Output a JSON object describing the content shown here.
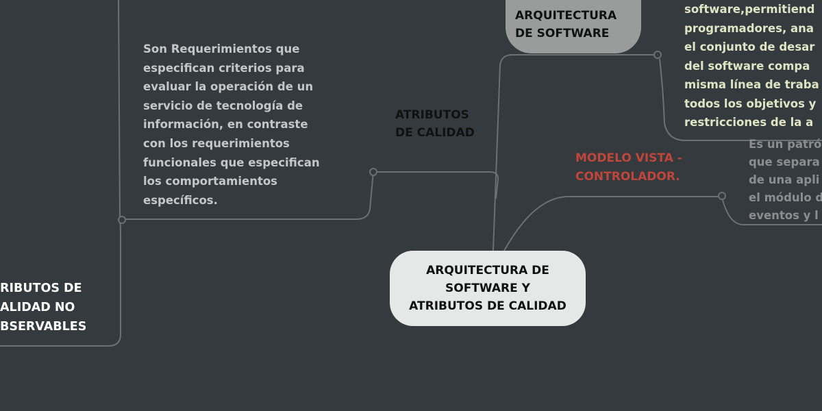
{
  "central": {
    "label": "ARQUITECTURA DE\nSOFTWARE Y\nATRIBUTOS DE CALIDAD"
  },
  "arquitectura": {
    "label": "ARQUITECTURA\nDE SOFTWARE",
    "description": "software,permitiend\nprogramadores, ana\nel conjunto de desar\ndel software compa\nmisma línea de traba\ntodos los objetivos y\nrestricciones de la a"
  },
  "atributos": {
    "label": "ATRIBUTOS\nDE CALIDAD",
    "description": "Son Requerimientos que\nespecifican criterios para\nevaluar la operación de un\nservicio de tecnología de\ninformación, en contraste\ncon los requerimientos\nfuncionales que especifican\nlos comportamientos\nespecíficos."
  },
  "no_observables": {
    "label": "RIBUTOS DE\nALIDAD NO\nBSERVABLES"
  },
  "mvc": {
    "label": "MODELO VISTA -\nCONTROLADOR.",
    "description": "Es un patrón\nque separa\nde una apli\nel módulo d\neventos y l"
  },
  "colors": {
    "background": "#343a3e",
    "mvc": "#c0453a",
    "arq_text": "#dfe5c4",
    "muted": "#8a8e91"
  }
}
